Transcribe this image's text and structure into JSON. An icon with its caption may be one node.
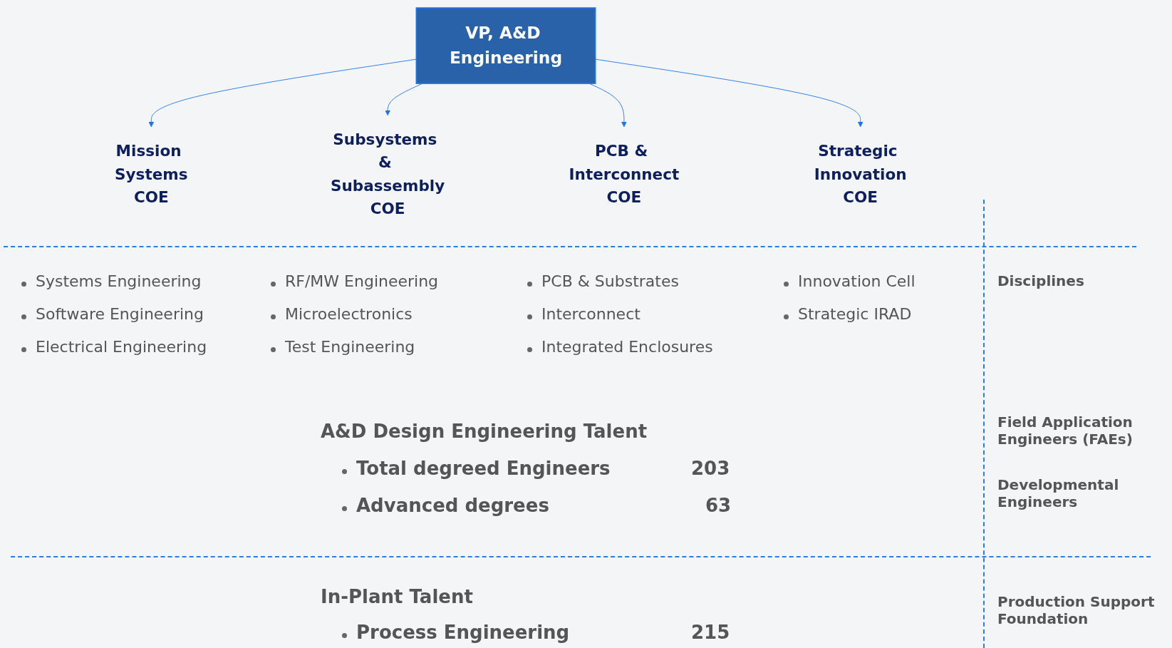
{
  "diagram": {
    "nodes": [
      {
        "text": [
          "VP, A&D Engineering"
        ]
      },
      {
        "text": [
          "Mission Systems",
          "COE"
        ]
      },
      {
        "text": [
          "Subsystems & Subassembly",
          "COE"
        ]
      },
      {
        "text": [
          "PCB & Interconnect",
          "COE"
        ]
      },
      {
        "text": [
          "Strategic Innovation",
          "COE"
        ]
      }
    ],
    "edges": [
      {
        "from": 0,
        "to": 1,
        "arrow": "to"
      },
      {
        "from": 0,
        "to": 2,
        "arrow": "to"
      },
      {
        "from": 0,
        "to": 3,
        "arrow": "to"
      },
      {
        "from": 0,
        "to": 4,
        "arrow": "to"
      }
    ],
    "labels": [
      "Systems Engineering",
      "Software Engineering",
      "Electrical Engineering",
      "RF/MW Engineering",
      "Microelectronics",
      "Test Engineering",
      "PCB & Substrates",
      "Interconnect",
      "Integrated Enclosures",
      "Innovation Cell",
      "Strategic IRAD",
      "Disciplines",
      "A&D Design Engineering Talent",
      "Total degreed Engineers",
      "203",
      "Advanced degrees",
      "63",
      "Field Application Engineers (FAEs)",
      "Developmental Engineers",
      "In-Plant Talent",
      "Process Engineering",
      "215",
      "Production Support Foundation"
    ]
  }
}
